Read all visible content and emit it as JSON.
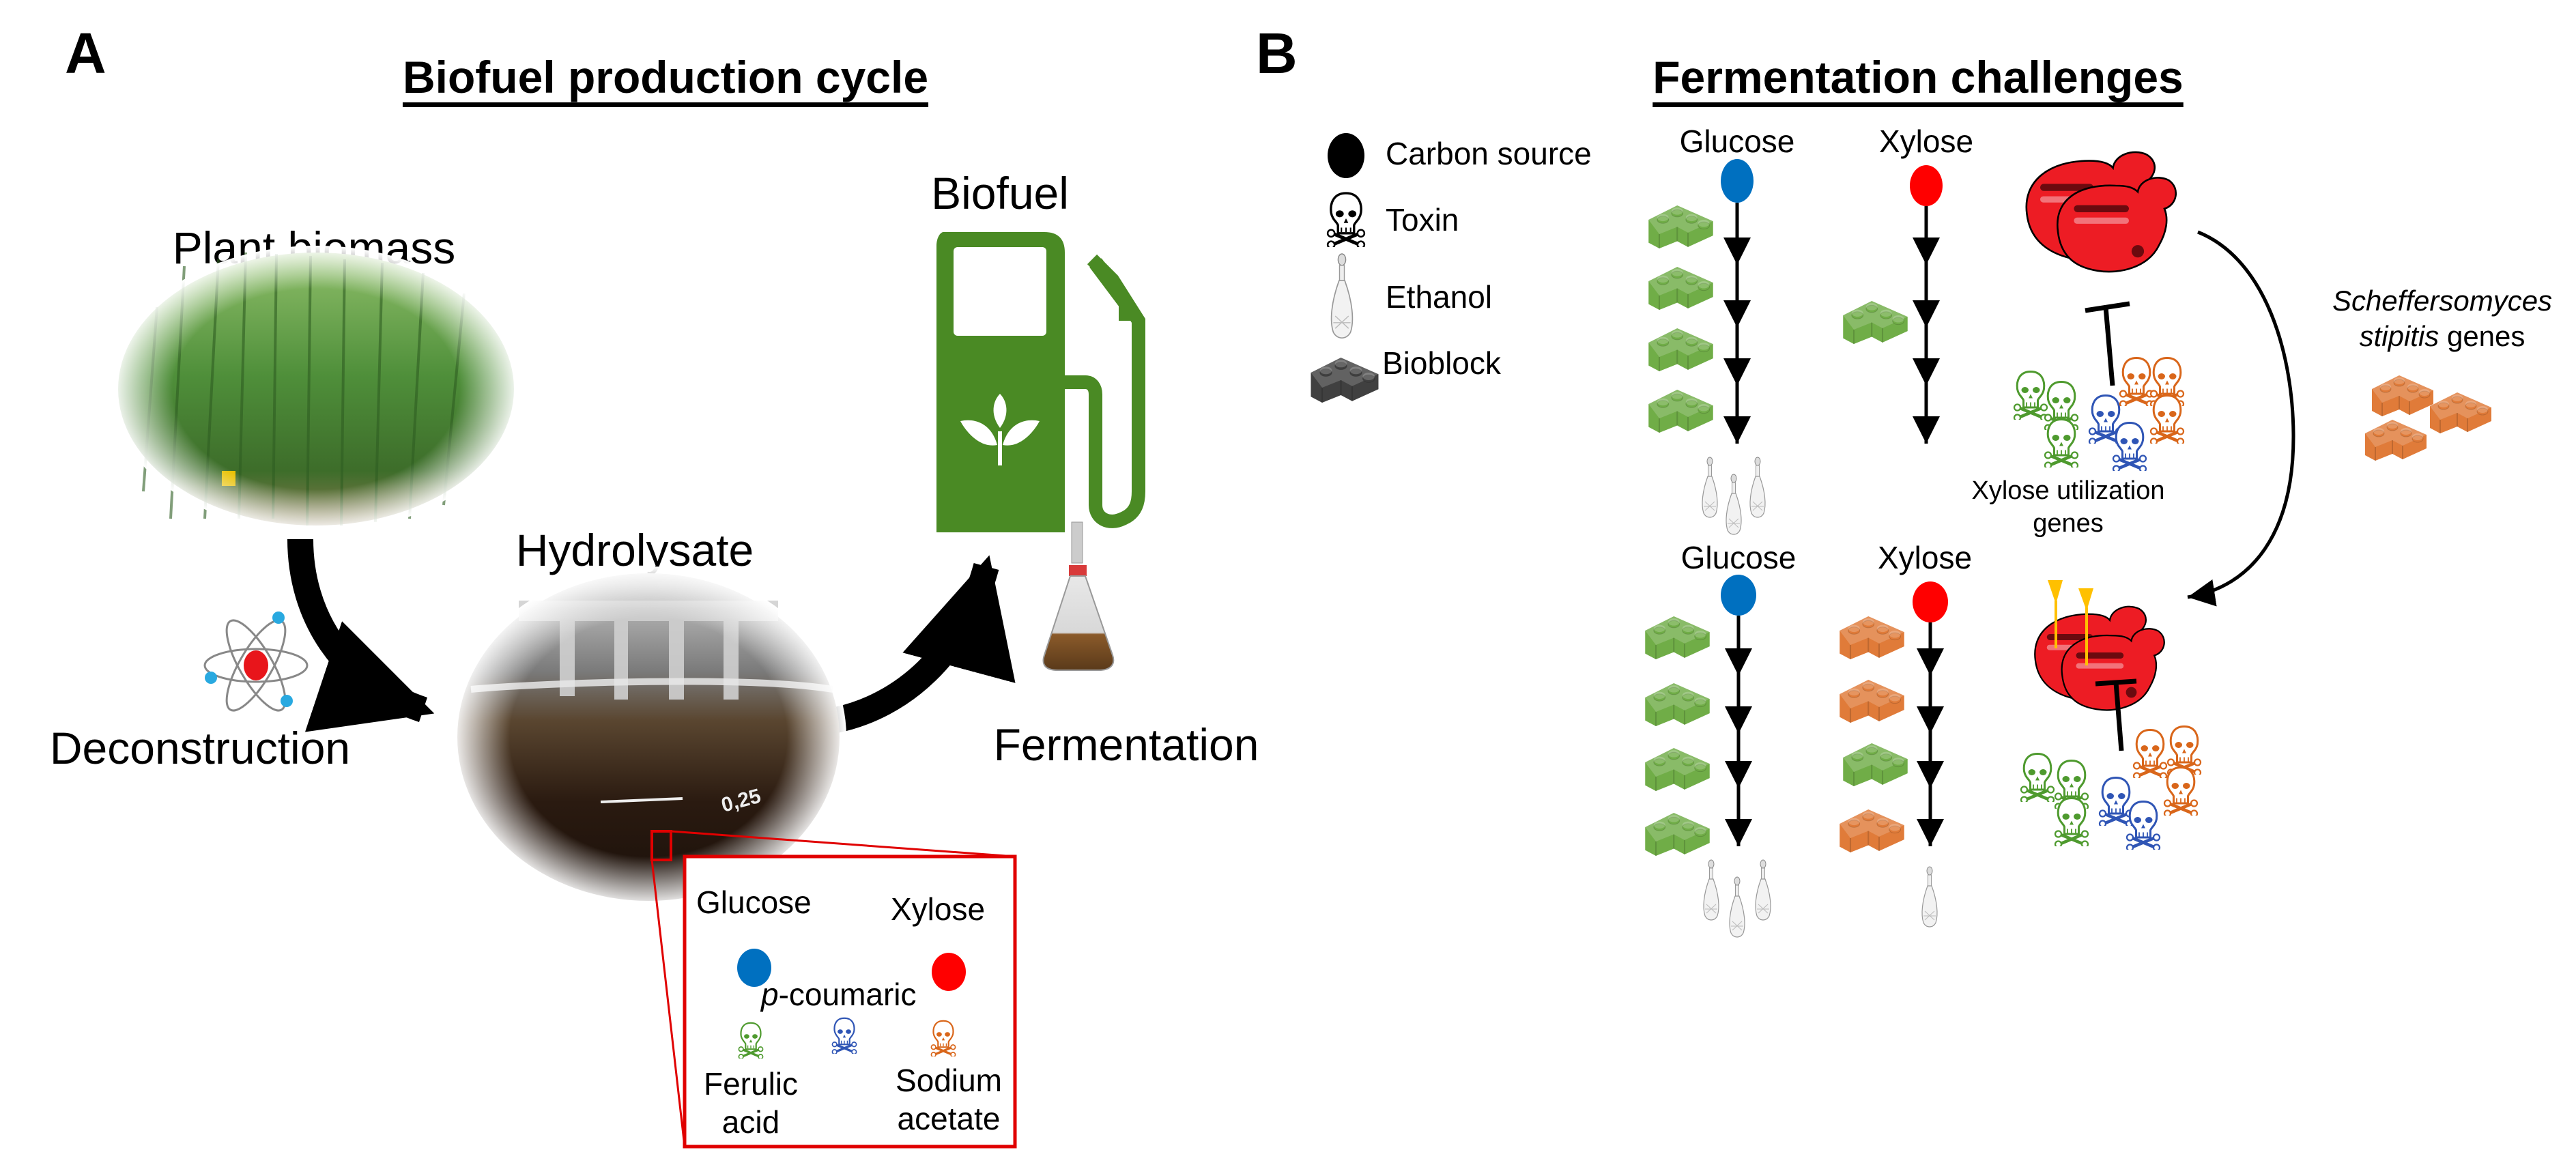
{
  "panel_a": {
    "letter": "A",
    "title": "Biofuel production cycle",
    "labels": {
      "plant_biomass": "Plant biomass",
      "biofuel": "Biofuel",
      "hydrolysate": "Hydrolysate",
      "deconstruction": "Deconstruction",
      "fermentation": "Fermentation",
      "reactor_mark": "0,25"
    },
    "inset": {
      "glucose": "Glucose",
      "xylose": "Xylose",
      "p_prefix": "p",
      "p_coumaric_suffix": "-coumaric",
      "ferulic_line1": "Ferulic",
      "ferulic_line2": "acid",
      "sodium_line1": "Sodium",
      "sodium_line2": "acetate"
    }
  },
  "panel_b": {
    "letter": "B",
    "title": "Fermentation challenges",
    "legend": [
      {
        "icon": "carbon-source-icon",
        "label": "Carbon source"
      },
      {
        "icon": "toxin-icon",
        "label": "Toxin"
      },
      {
        "icon": "ethanol-icon",
        "label": "Ethanol"
      },
      {
        "icon": "bioblock-icon",
        "label": "Bioblock"
      }
    ],
    "top_row": {
      "glucose": "Glucose",
      "xylose": "Xylose"
    },
    "bottom_row": {
      "glucose": "Glucose",
      "xylose": "Xylose"
    },
    "donor_species_italic": "Scheffersomyces",
    "donor_line2_italic": "stipitis",
    "donor_line2_suffix": " genes",
    "xylose_util_line1": "Xylose utilization",
    "xylose_util_line2": "genes"
  },
  "colors": {
    "glucose": "#0070c0",
    "xylose": "#ff0000",
    "green_block": "#70ad47",
    "orange_block": "#e07b39",
    "yeast": "#ed1c24",
    "toxin_green": "#4e9a2e",
    "toxin_blue": "#2f55b5",
    "toxin_orange": "#d9661a",
    "pump_green": "#4a8a24",
    "inset_border": "#e00000"
  }
}
